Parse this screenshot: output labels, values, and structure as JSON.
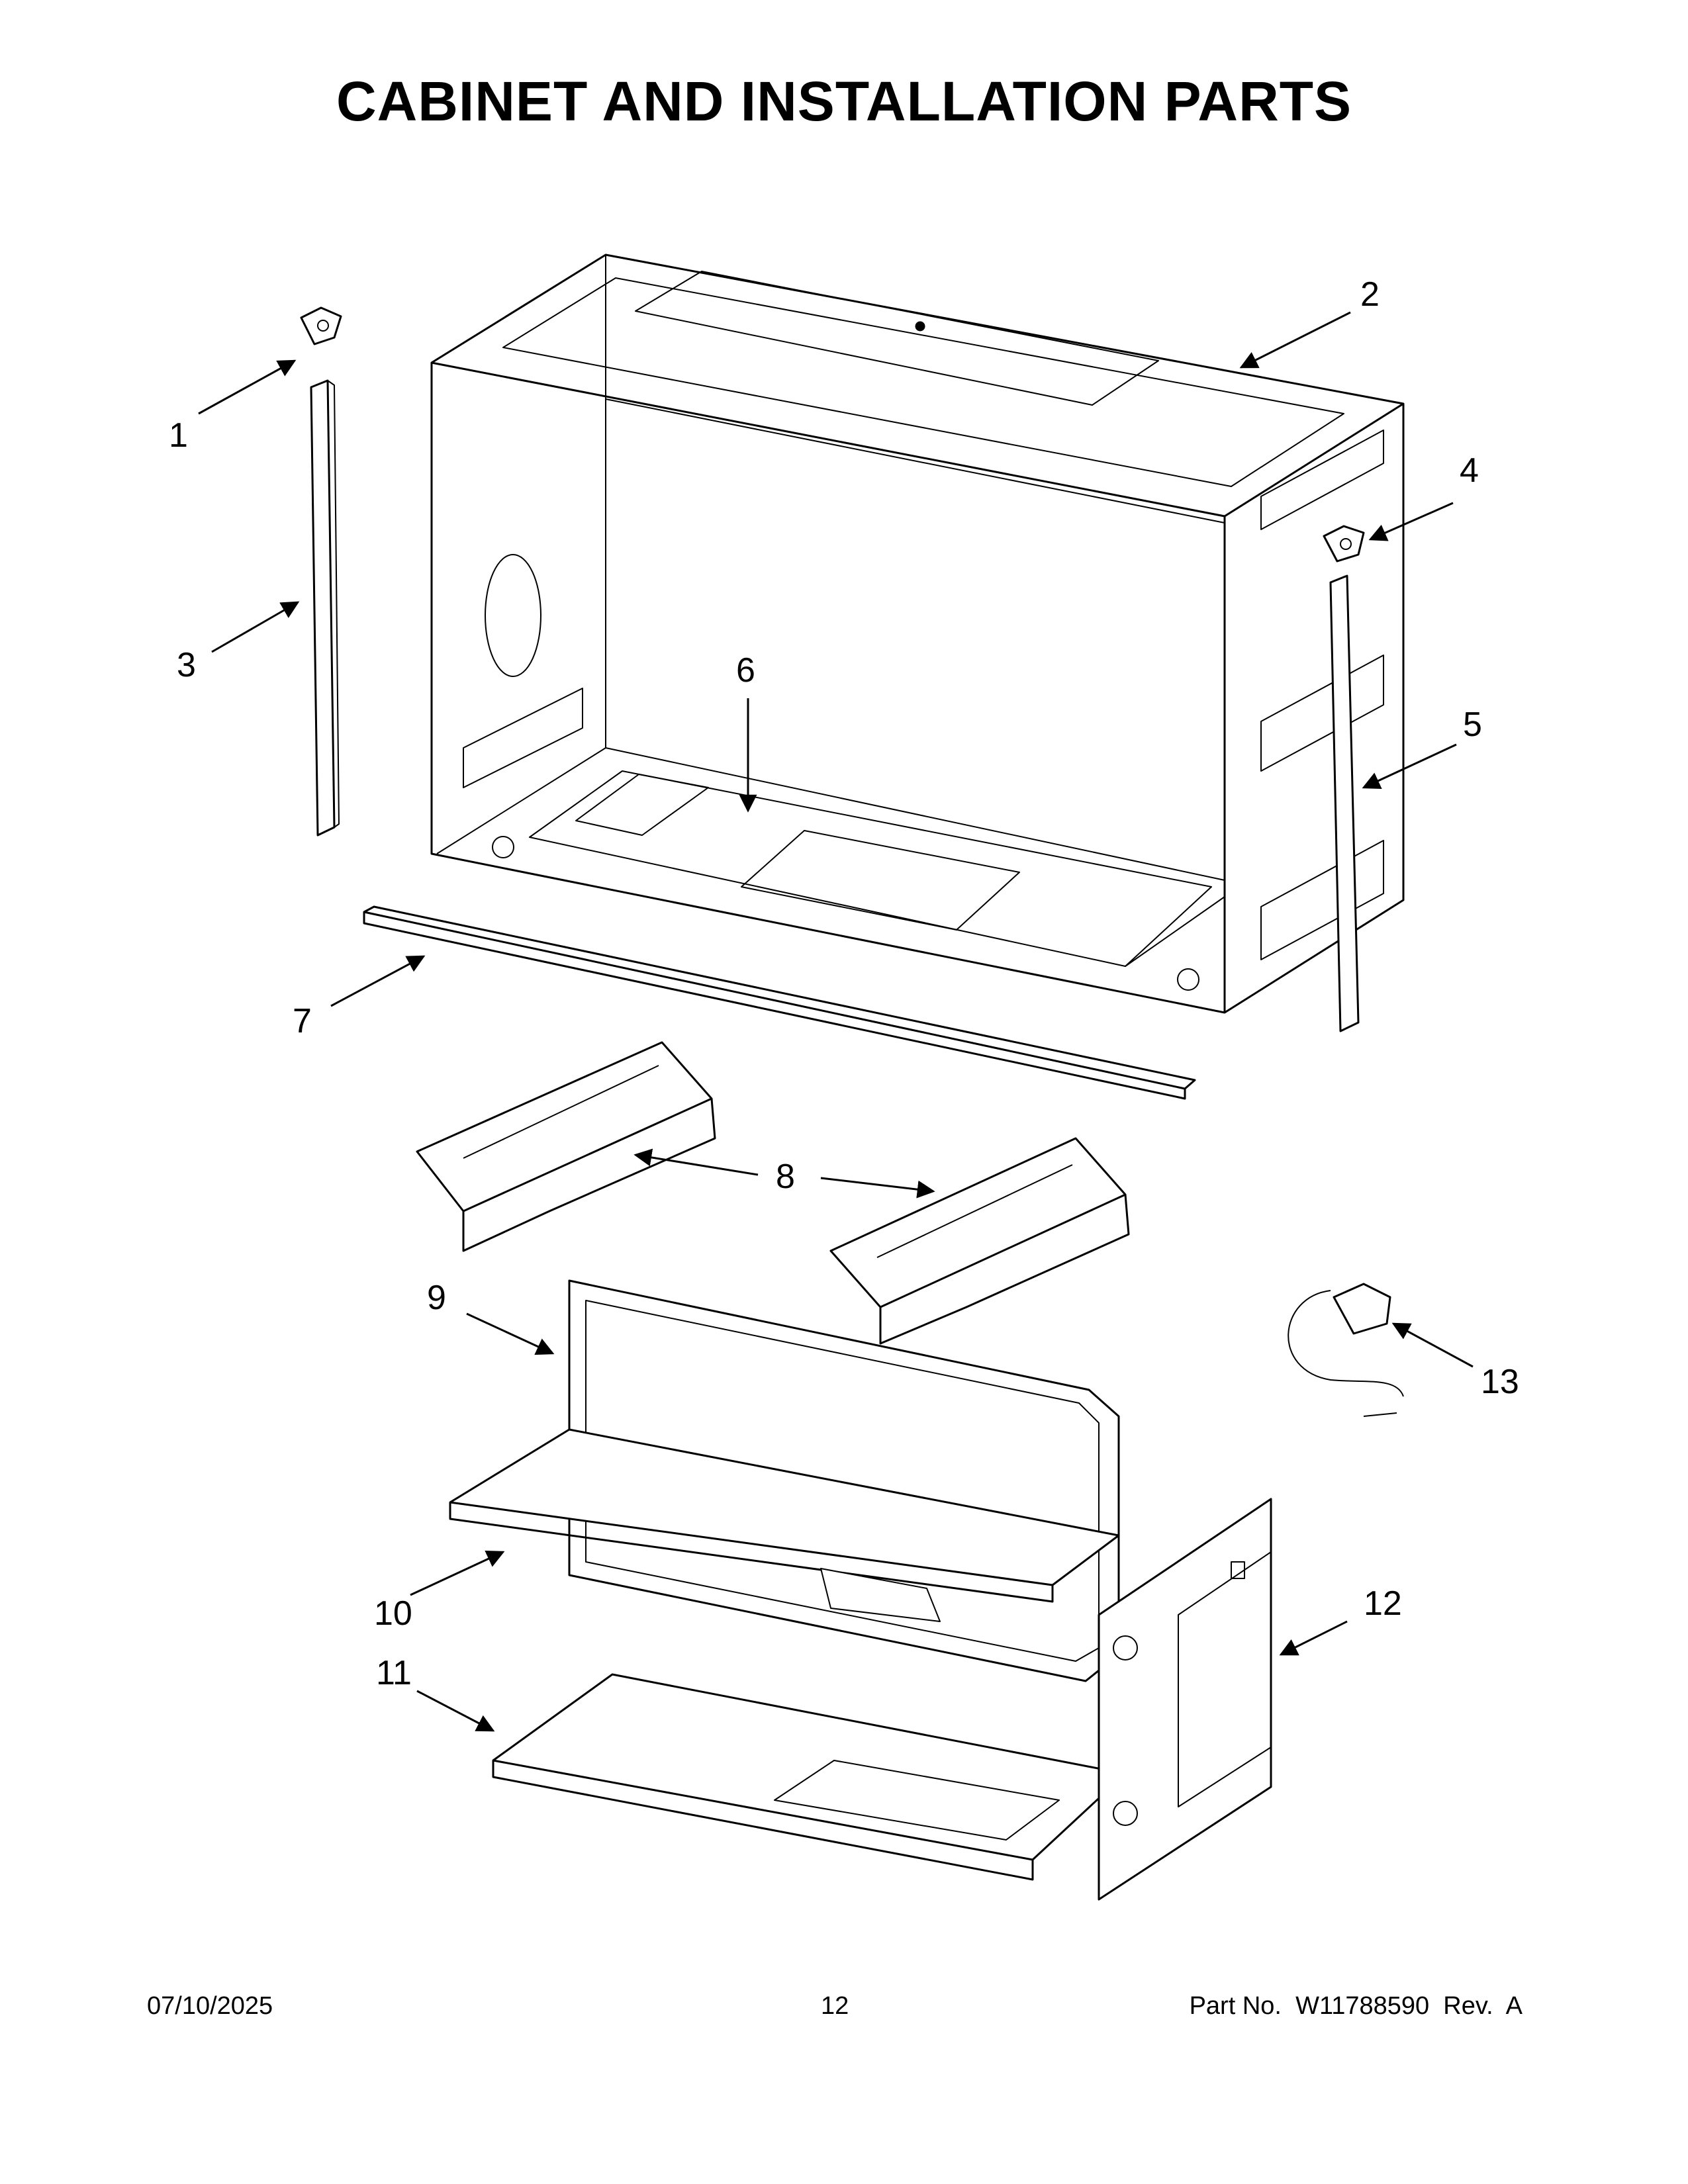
{
  "page": {
    "title": "CABINET AND INSTALLATION PARTS"
  },
  "callouts": [
    "1",
    "2",
    "3",
    "4",
    "5",
    "6",
    "7",
    "8",
    "9",
    "10",
    "11",
    "12",
    "13"
  ],
  "footer": {
    "date": "07/10/2025",
    "page_number": "12",
    "part_number": "Part No.  W11788590  Rev.  A"
  }
}
